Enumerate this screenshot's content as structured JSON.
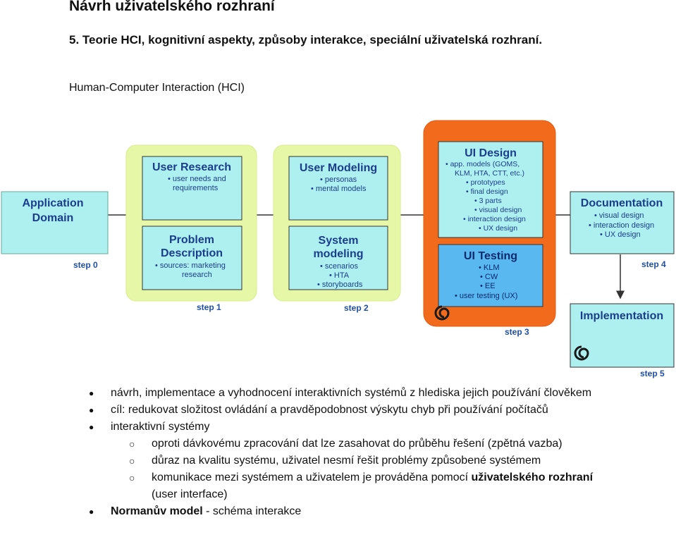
{
  "header": {
    "title": "Návrh uživatelského rozhraní",
    "section": "5. Teorie HCI, kognitivní aspekty, způsoby interakce, speciální uživatelská rozhraní.",
    "subtitle": "Human-Computer Interaction (HCI)"
  },
  "diagram": {
    "step0": {
      "title_lines": [
        "Application",
        "Domain"
      ],
      "step": "step 0"
    },
    "step1": {
      "box_a": {
        "title": "User Research",
        "items": [
          "• user needs and",
          "requirements"
        ]
      },
      "box_b": {
        "title_lines": [
          "Problem",
          "Description"
        ],
        "items": [
          "• sources: marketing",
          "research"
        ]
      },
      "step": "step 1"
    },
    "step2": {
      "box_a": {
        "title": "User Modeling",
        "items": [
          "• personas",
          "• mental models"
        ]
      },
      "box_b": {
        "title_lines": [
          "System",
          "modeling"
        ],
        "items": [
          "• scenarios",
          "• HTA",
          "• storyboards"
        ]
      },
      "step": "step 2"
    },
    "step3": {
      "box_a": {
        "title": "UI Design",
        "items": [
          "• app. models (GOMS,",
          "KLM, HTA, CTT, etc.)",
          "• prototypes",
          "• final design",
          "• 3 parts",
          "• visual design",
          "• interaction design",
          "• UX design"
        ]
      },
      "box_b": {
        "title": "UI Testing",
        "items": [
          "• KLM",
          "• CW",
          "• EE",
          "• user testing (UX)"
        ]
      },
      "step": "step 3"
    },
    "step4": {
      "title": "Documentation",
      "items": [
        "• visual design",
        "• interaction design",
        "• UX design"
      ],
      "step": "step 4"
    },
    "step5": {
      "title": "Implementation",
      "step": "step 5"
    },
    "colors": {
      "cyan": "#aef0f0",
      "green_frame": "#e6f7a8",
      "orange": "#f26b1d",
      "blue_box": "#59b8f0",
      "step_text": "#1f4fa0"
    }
  },
  "bullets": [
    {
      "level": 1,
      "text": "návrh, implementace a vyhodnocení interaktivních systémů z hlediska jejich používání člověkem"
    },
    {
      "level": 1,
      "text": "cíl: redukovat složitost ovládání a pravděpodobnost výskytu chyb při používání počítačů"
    },
    {
      "level": 1,
      "text": "interaktivní systémy"
    },
    {
      "level": 2,
      "text": "oproti dávkovému zpracování dat lze zasahovat do průběhu řešení (zpětná vazba)"
    },
    {
      "level": 2,
      "text": "důraz na kvalitu systému, uživatel nesmí řešit problémy způsobené systémem"
    },
    {
      "level": 2,
      "text_plain": "komunikace mezi systémem a uživatelem je prováděna pomocí ",
      "text_bold": "uživatelského rozhraní",
      "text_after": " (user interface)"
    },
    {
      "level": 1,
      "text_bold": "Normanův model",
      "text_after": " - schéma interakce"
    }
  ]
}
